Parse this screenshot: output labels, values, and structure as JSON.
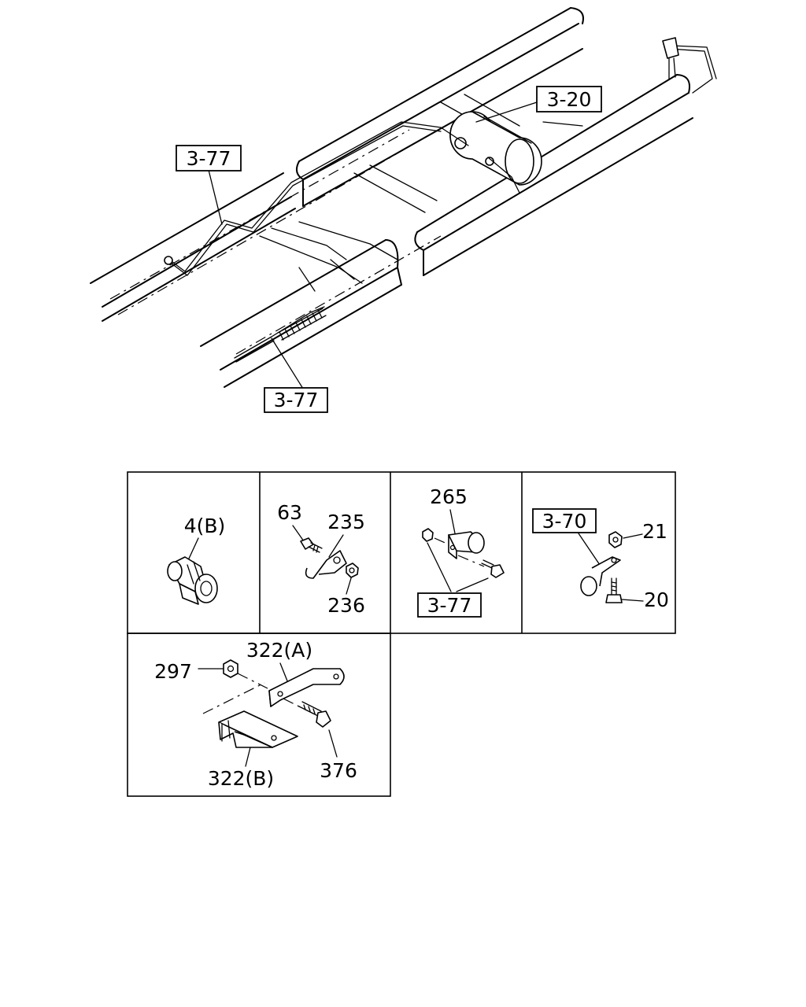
{
  "main_view": {
    "callouts": {
      "upper_left_ref": "3-77",
      "top_ref": "3-20",
      "lower_ref": "3-77"
    }
  },
  "detail_panels": {
    "panel_clip": {
      "part_4b": "4(B)"
    },
    "panel_clamp": {
      "part_63": "63",
      "part_235": "235",
      "part_236": "236"
    },
    "panel_bracket": {
      "part_265": "265",
      "ref_377": "3-77"
    },
    "panel_arm": {
      "ref_370": "3-70",
      "part_21": "21",
      "part_20": "20"
    },
    "panel_plates": {
      "part_322a": "322(A)",
      "part_297": "297",
      "part_376": "376",
      "part_322b": "322(B)"
    }
  }
}
